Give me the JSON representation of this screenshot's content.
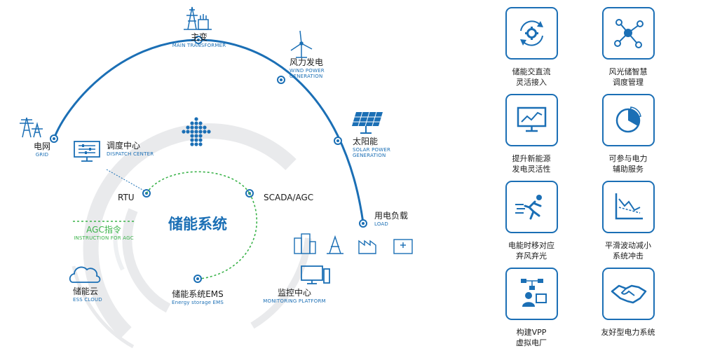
{
  "colors": {
    "primary": "#1b6fb5",
    "green": "#3bb34a",
    "ring": "#e9eaec"
  },
  "center": {
    "title": "储能系统"
  },
  "nodes": {
    "grid": {
      "zh": "电网",
      "en": "GRID",
      "icon": "pylon-icon"
    },
    "main_transformer": {
      "zh": "主变",
      "en": "MAIN TRANSFORMER",
      "icon": "substation-icon"
    },
    "wind": {
      "zh": "风力发电",
      "en": "WIND POWER GENERATION",
      "icon": "wind-turbine-icon"
    },
    "solar": {
      "zh": "太阳能",
      "en": "SOLAR POWER GENERATION",
      "icon": "solar-panel-icon"
    },
    "load": {
      "zh": "用电负载",
      "en": "LOAD",
      "icon": "buildings-icon"
    },
    "dispatch": {
      "zh": "调度中心",
      "en": "DISPATCH CENTER",
      "icon": "dispatch-monitor-icon"
    },
    "rtu": {
      "zh": "RTU"
    },
    "scada": {
      "zh": "SCADA/AGC"
    },
    "agc": {
      "zh": "AGC指令",
      "en": "INSTRUCTION FOR AGC"
    },
    "ess_cloud": {
      "zh": "储能云",
      "en": "ESS CLOUD",
      "icon": "cloud-icon"
    },
    "ems": {
      "zh": "储能系统EMS",
      "en": "Energy storage EMS"
    },
    "monitoring": {
      "zh": "监控中心",
      "en": "MONITORING PLATFORM",
      "icon": "monitor-icon"
    }
  },
  "features": [
    {
      "icon": "gear-cycle-icon",
      "line1": "储能交直流",
      "line2": "灵活接入"
    },
    {
      "icon": "network-hub-icon",
      "line1": "风光储智慧",
      "line2": "调度管理"
    },
    {
      "icon": "trend-monitor-icon",
      "line1": "提升新能源",
      "line2": "发电灵活性"
    },
    {
      "icon": "pie-chart-icon",
      "line1": "可参与电力",
      "line2": "辅助服务"
    },
    {
      "icon": "running-person-icon",
      "line1": "电能时移对应",
      "line2": "弃风弃光"
    },
    {
      "icon": "fluctuation-chart-icon",
      "line1": "平滑波动减小",
      "line2": "系统冲击"
    },
    {
      "icon": "vpp-person-icon",
      "line1": "构建VPP",
      "line2": "虚拟电厂"
    },
    {
      "icon": "handshake-icon",
      "line1": "友好型电力系统",
      "line2": ""
    }
  ]
}
